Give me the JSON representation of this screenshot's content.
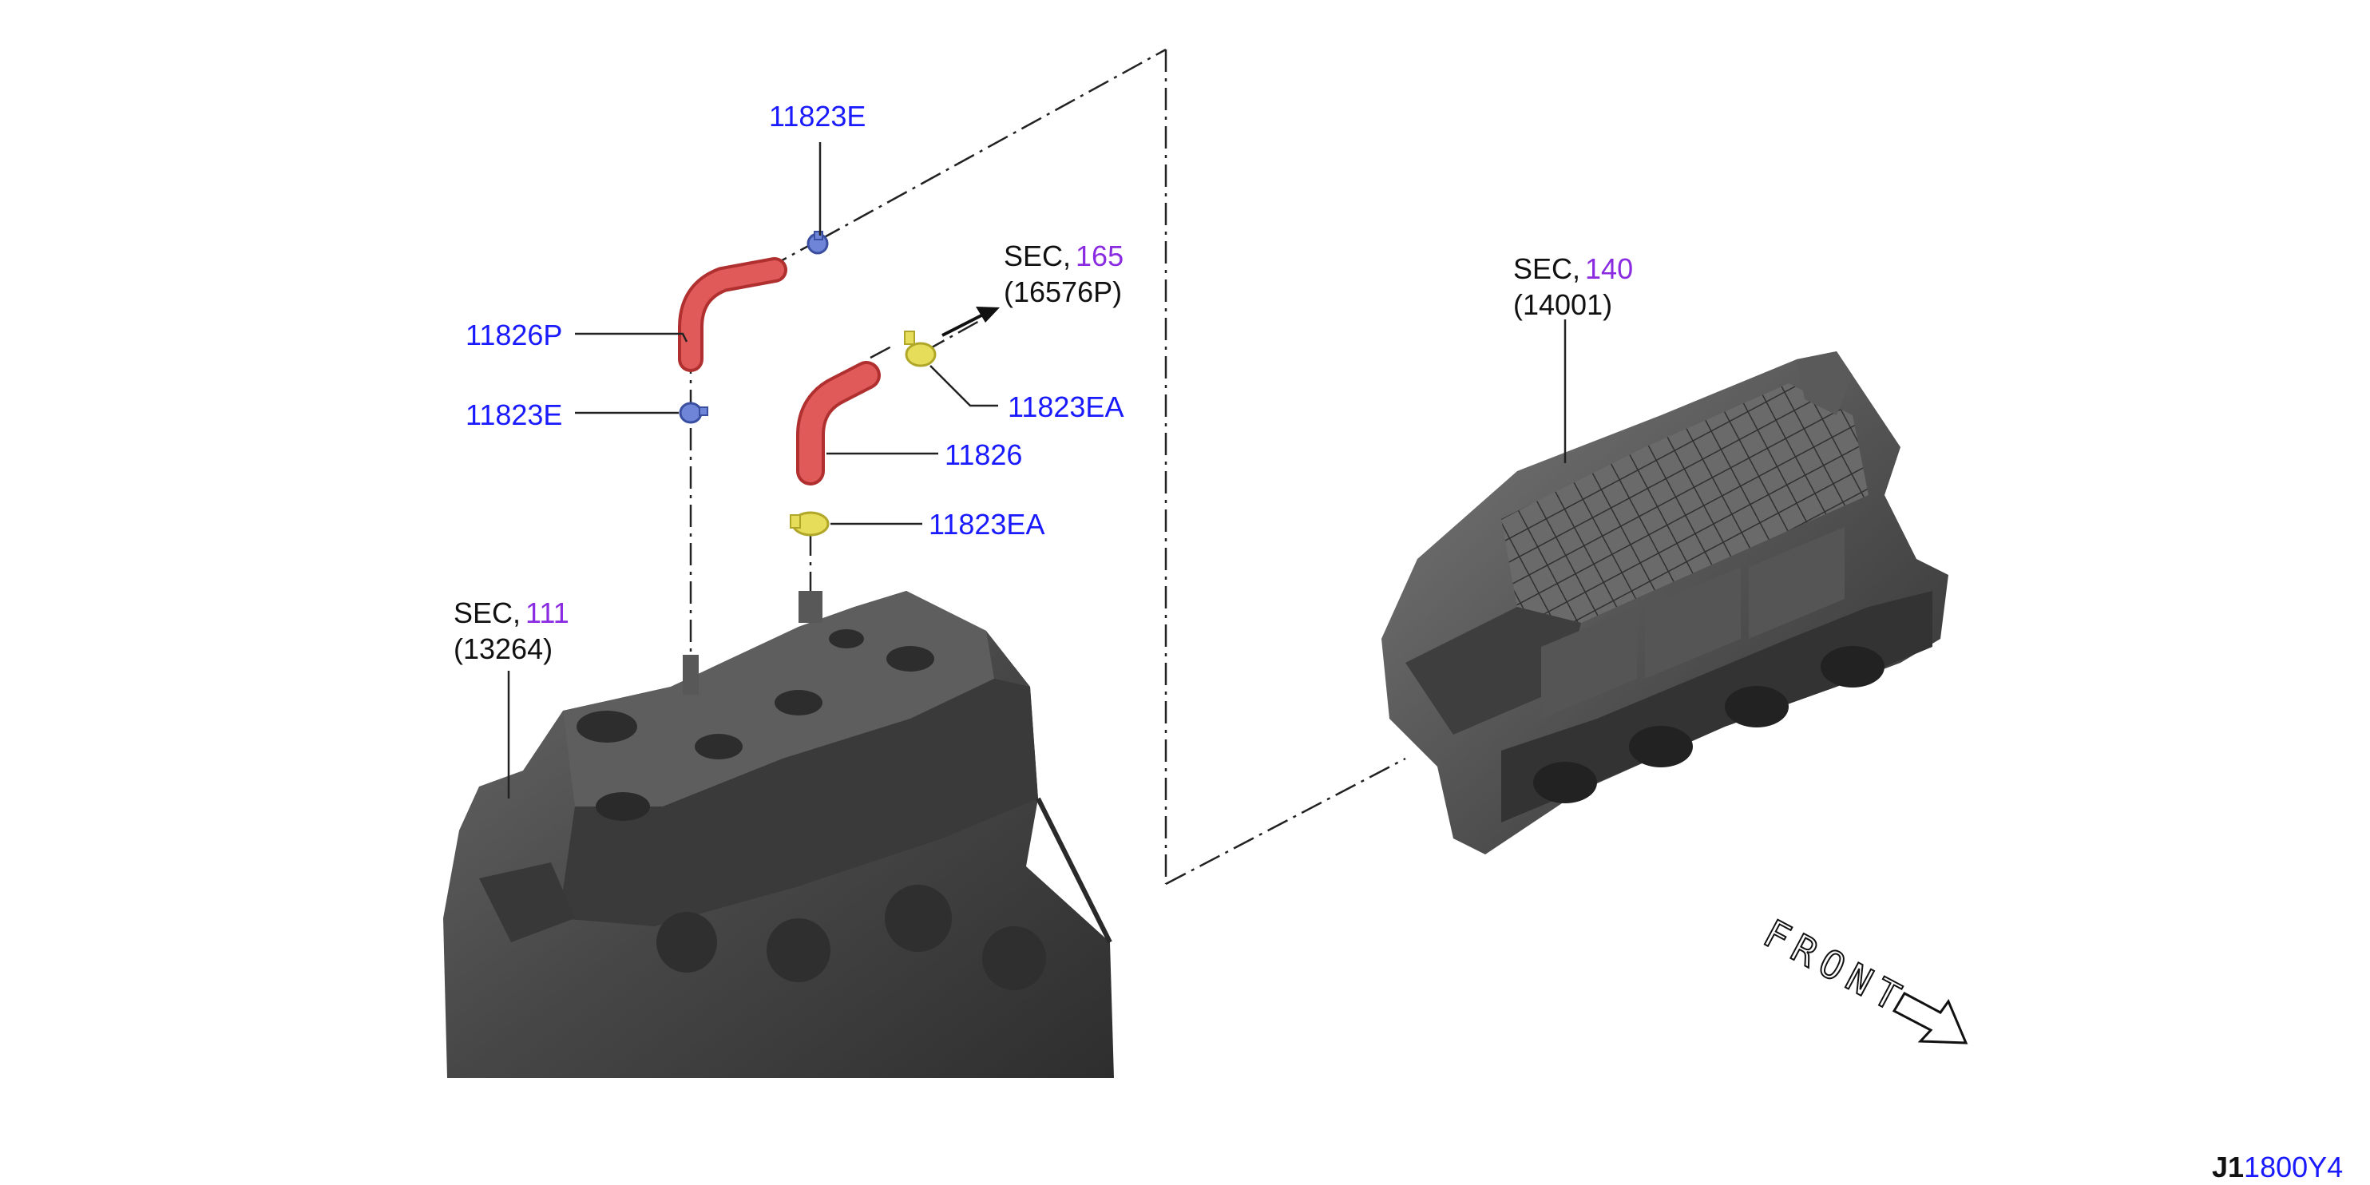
{
  "callouts": {
    "hose_top_clamp": "11823E",
    "hose_p": "11826P",
    "hose_p_clamp": "11823E",
    "hose": "11826",
    "hose_top_clamp_a": "11823EA",
    "hose_bottom_clamp_a": "11823EA"
  },
  "references": {
    "sec165": {
      "prefix": "SEC,",
      "number": "165",
      "part": "(16576P)"
    },
    "sec111": {
      "prefix": "SEC,",
      "number": "111",
      "part": "(13264)"
    },
    "sec140": {
      "prefix": "SEC,",
      "number": "140",
      "part": "(14001)"
    }
  },
  "front_label": "FRONT",
  "diagram_code": {
    "prefix": "J1",
    "suffix": "1800Y4"
  },
  "colors": {
    "callout": "#1a1aff",
    "section_number": "#8a2be2",
    "hose": "#e05a5a",
    "clamp_e": "#6f86d8",
    "clamp_ea": "#e6de5a",
    "engine_body": "#4a4a4a"
  }
}
